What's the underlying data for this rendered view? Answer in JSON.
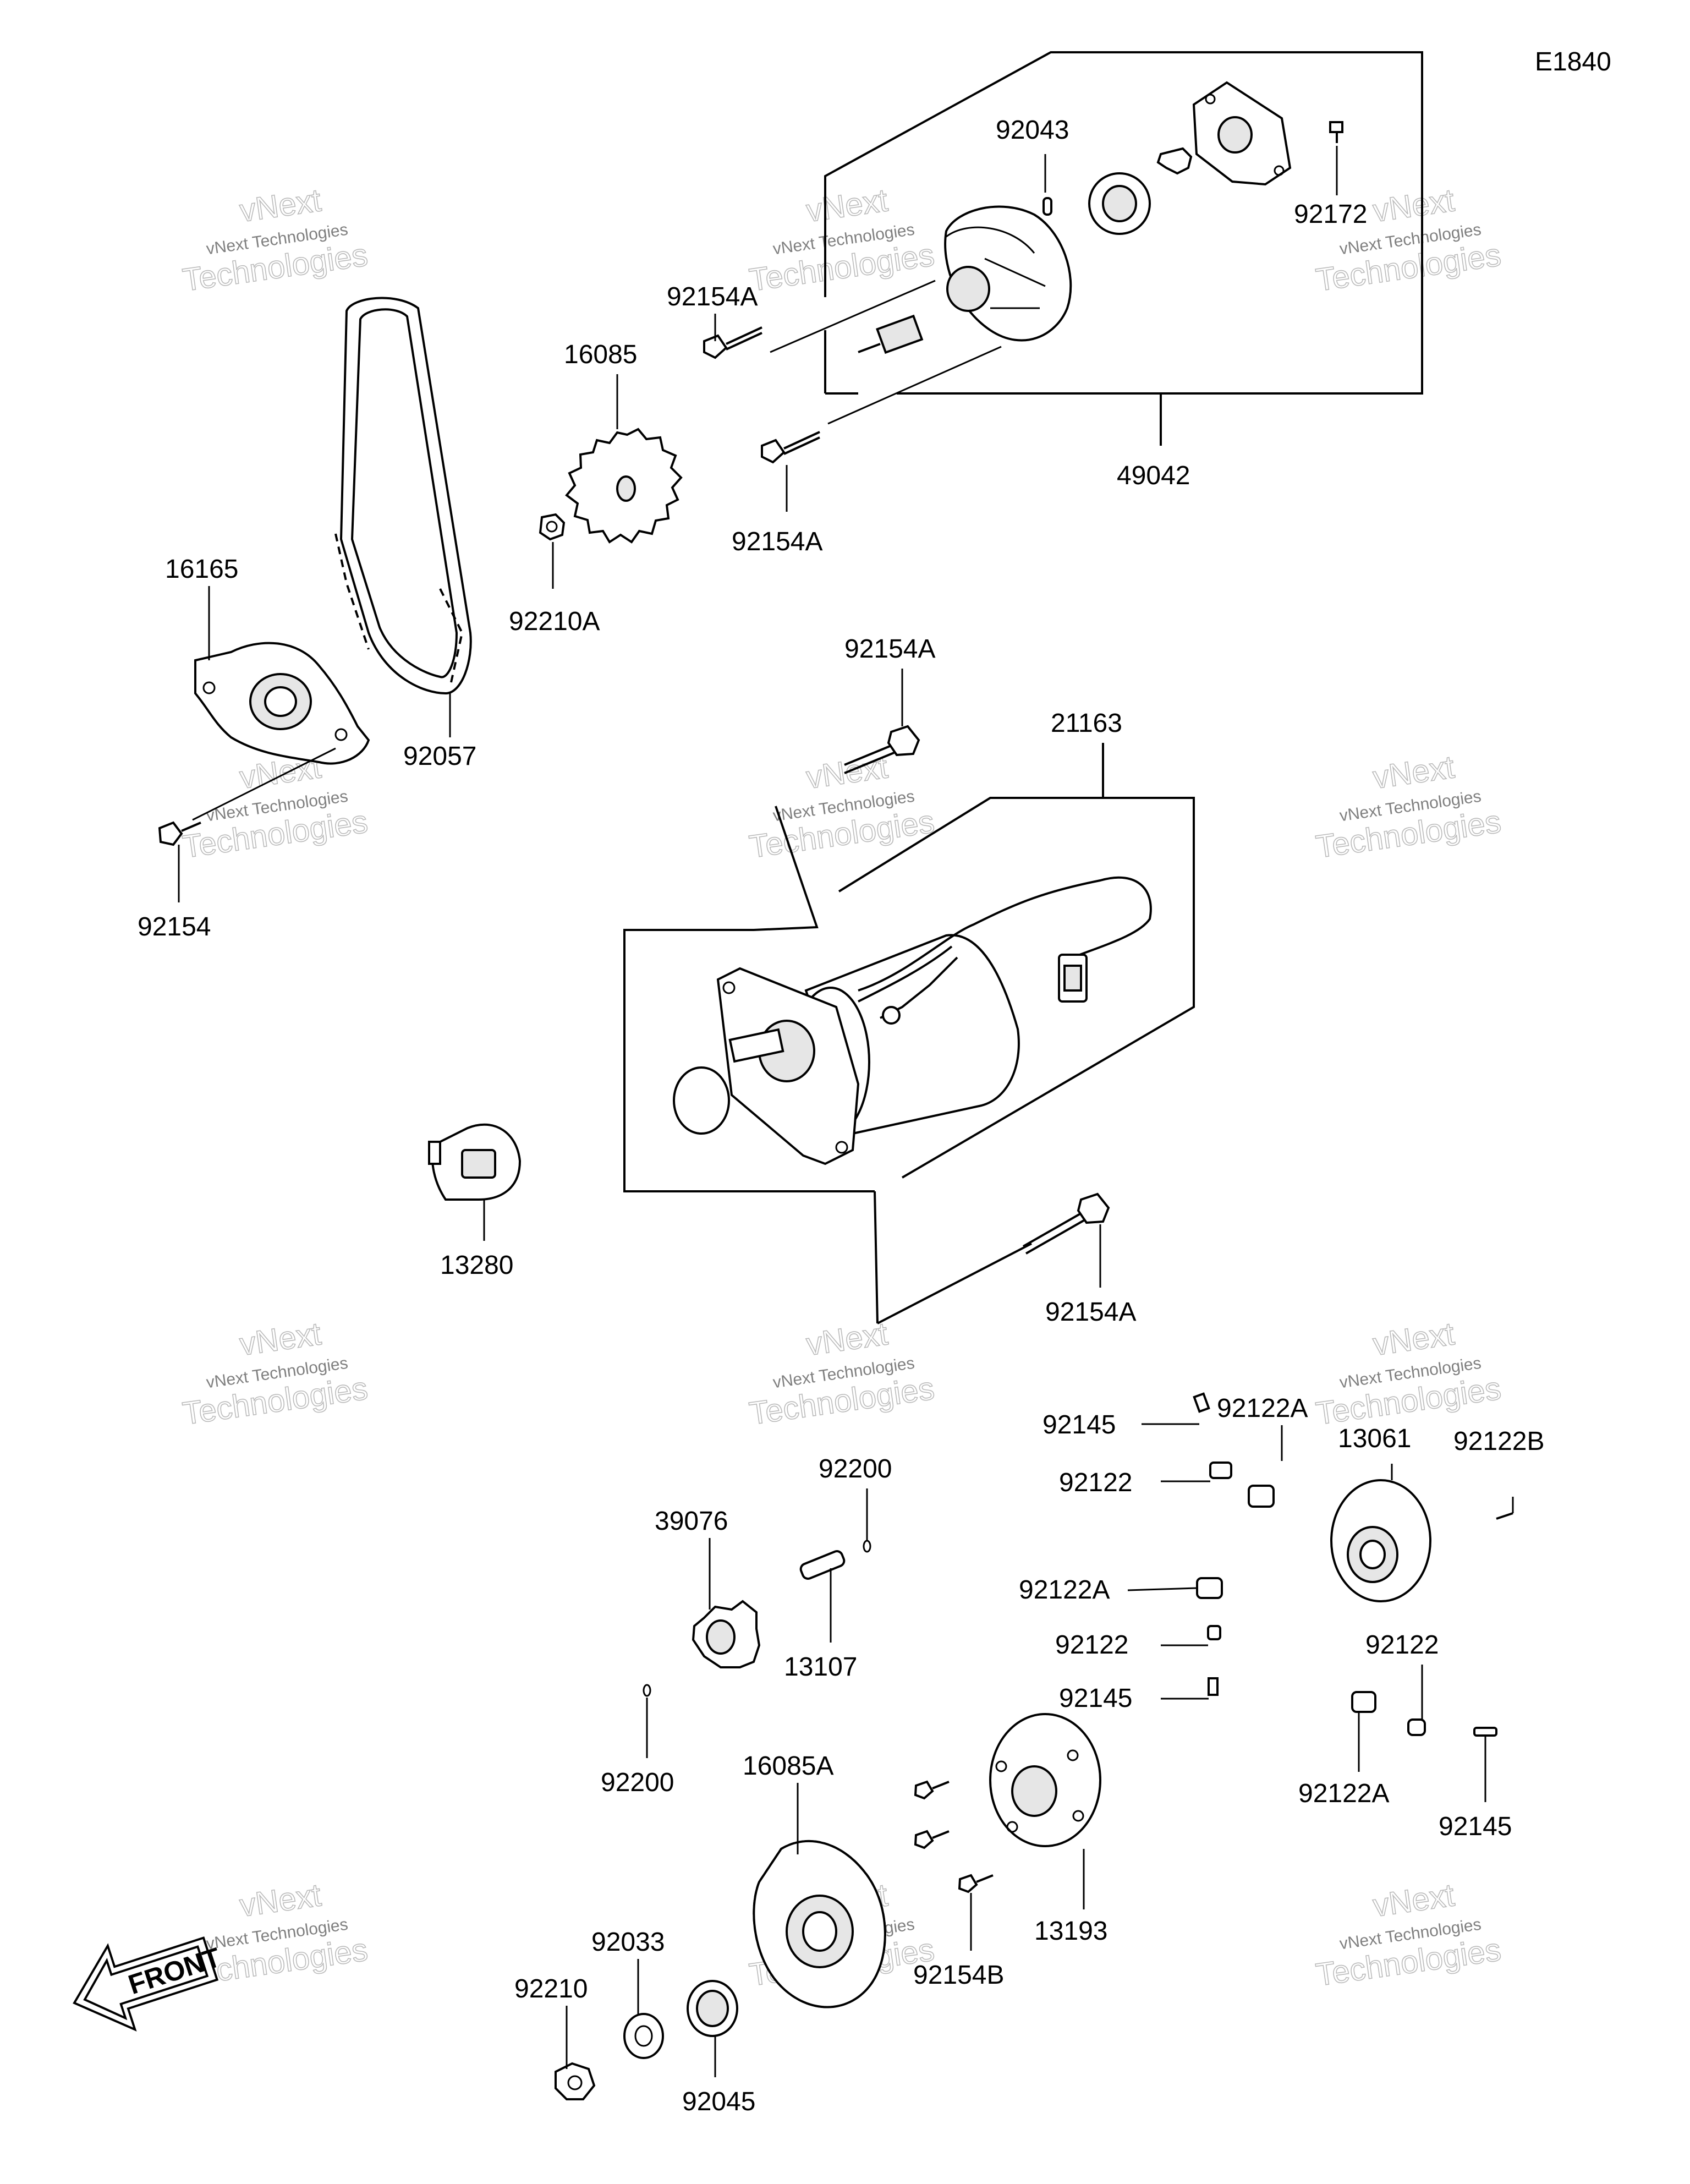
{
  "diagram_code": "E1840",
  "watermark": {
    "top": "vNext",
    "middle": "vNext Technologies",
    "bottom": "Technologies"
  },
  "front_label": "FRONT",
  "callouts": [
    "92043",
    "92172",
    "92154A",
    "49042",
    "16085",
    "92154A",
    "16165",
    "92210A",
    "92057",
    "92154",
    "92154A",
    "21163",
    "13280",
    "92154A",
    "92145",
    "92122A",
    "13061",
    "92122B",
    "92122",
    "92200",
    "39076",
    "13107",
    "92122A",
    "92122",
    "92145",
    "92122",
    "92200",
    "16085A",
    "92122A",
    "92145",
    "92033",
    "92210",
    "92154B",
    "13193",
    "92045"
  ]
}
